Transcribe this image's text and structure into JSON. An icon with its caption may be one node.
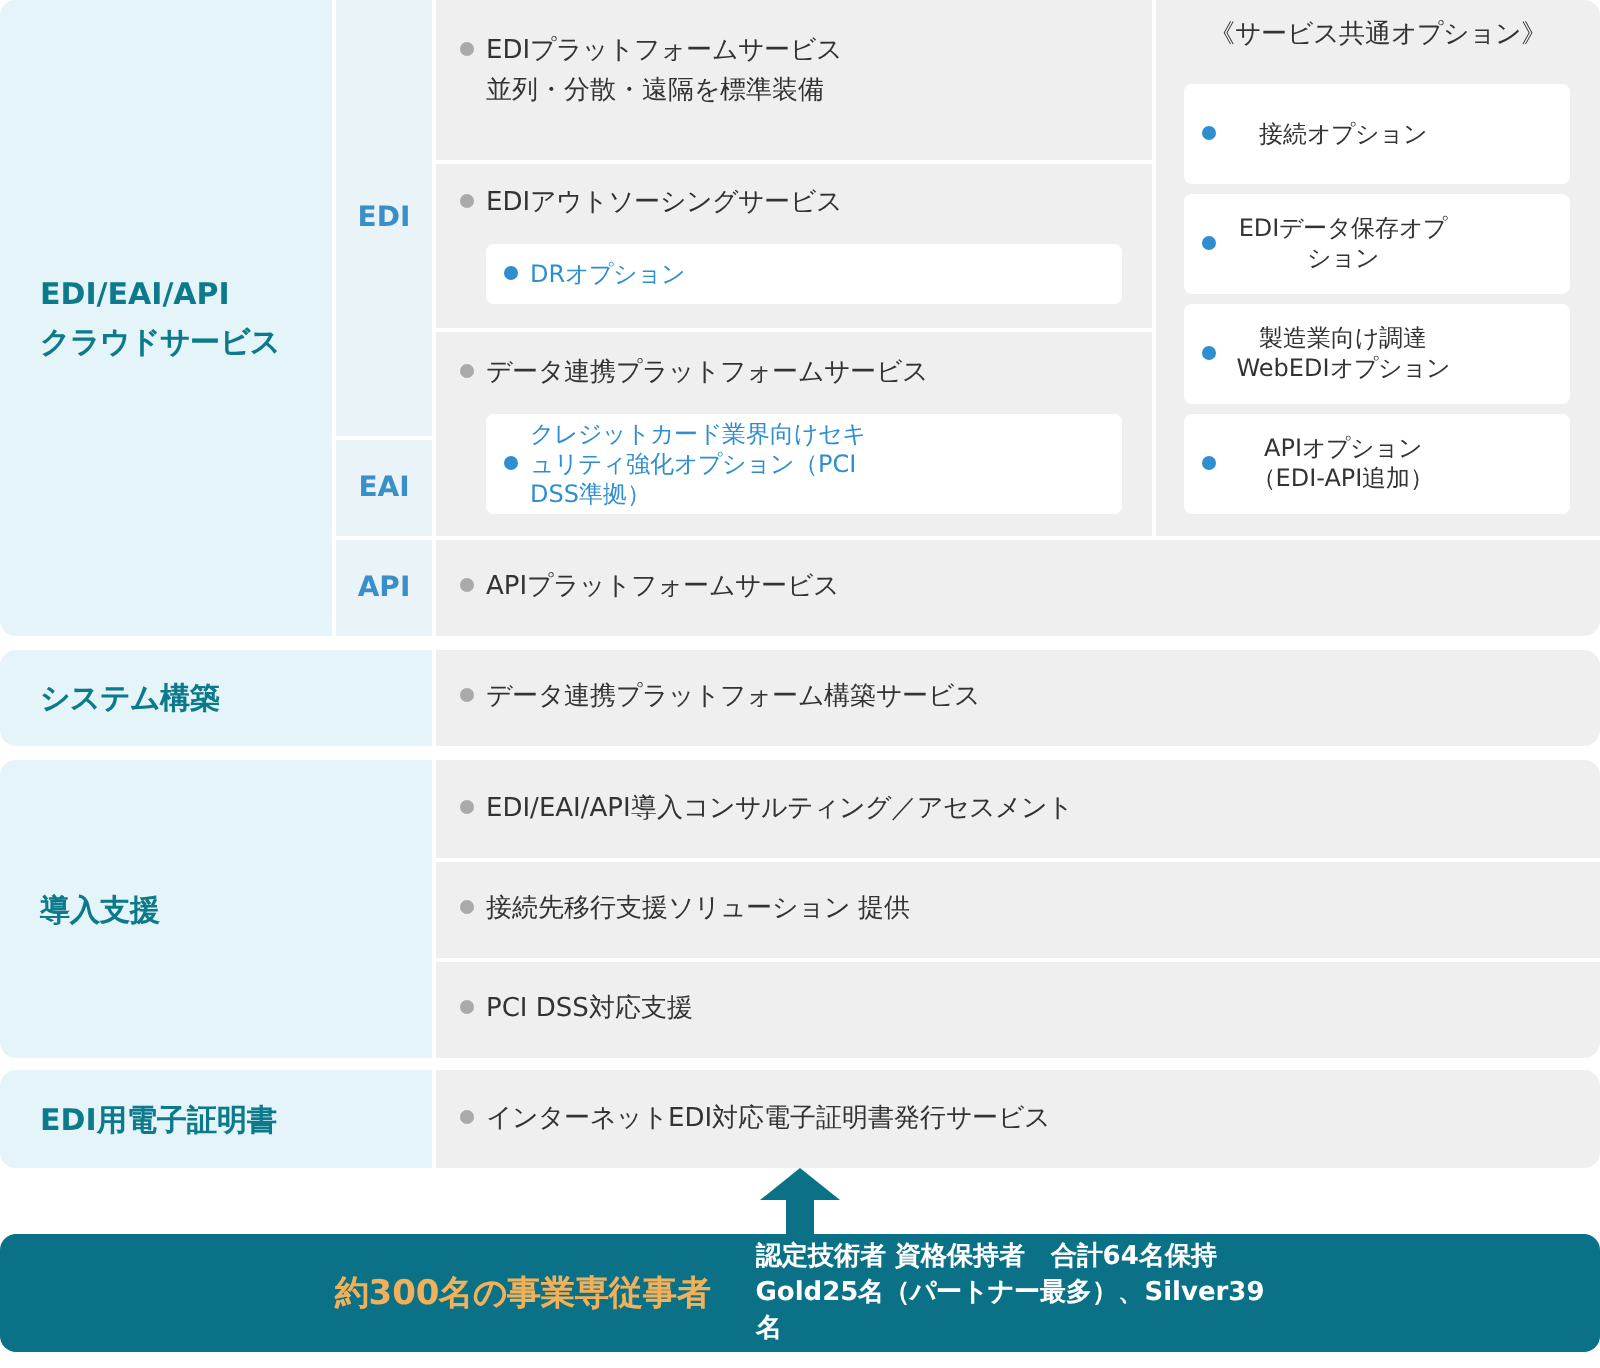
{
  "diagram": {
    "nodes": [
      {
        "text": [
          "EDI/EAI/API クラウドサービス"
        ]
      },
      {
        "text": [
          "EDI"
        ]
      },
      {
        "text": [
          "EAI"
        ]
      },
      {
        "text": [
          "API"
        ]
      },
      {
        "text": [
          "EDIプラットフォームサービス",
          "並列・分散・遠隔を標準装備"
        ]
      },
      {
        "text": [
          "EDIアウトソーシングサービス"
        ]
      },
      {
        "text": [
          "DRオプション"
        ],
        "in": 5
      },
      {
        "text": [
          "データ連携プラットフォームサービス"
        ]
      },
      {
        "text": [
          "クレジットカード業界向けセキュリティ強化オプション（PCI DSS準拠）"
        ],
        "in": 7
      },
      {
        "text": [
          "《サービス共通オプション》"
        ]
      },
      {
        "text": [
          "接続オプション"
        ],
        "in": 9
      },
      {
        "text": [
          "EDIデータ保存オプション"
        ],
        "in": 9
      },
      {
        "text": [
          "製造業向け調達WebEDIオプション"
        ],
        "in": 9
      },
      {
        "text": [
          "APIオプション（EDI-API追加）"
        ],
        "in": 9
      },
      {
        "text": [
          "APIプラットフォームサービス"
        ]
      },
      {
        "text": [
          "システム構築"
        ]
      },
      {
        "text": [
          "データ連携プラットフォーム構築サービス"
        ]
      },
      {
        "text": [
          "導入支援"
        ]
      },
      {
        "text": [
          "EDI/EAI/API導入コンサルティング／アセスメント"
        ]
      },
      {
        "text": [
          "接続先移行支援ソリューション 提供"
        ]
      },
      {
        "text": [
          "PCI DSS対応支援"
        ]
      },
      {
        "text": [
          "EDI用電子証明書"
        ]
      },
      {
        "text": [
          "インターネットEDI対応電子証明書発行サービス"
        ]
      },
      {
        "text": [
          "約300名の事業専従事者",
          "認定技術者 資格保持者　合計64名保持 Gold25名（パートナー最多）、Silver39名"
        ]
      }
    ],
    "edges": [
      {
        "from": 23,
        "to": 22,
        "arrow": "to"
      }
    ]
  }
}
